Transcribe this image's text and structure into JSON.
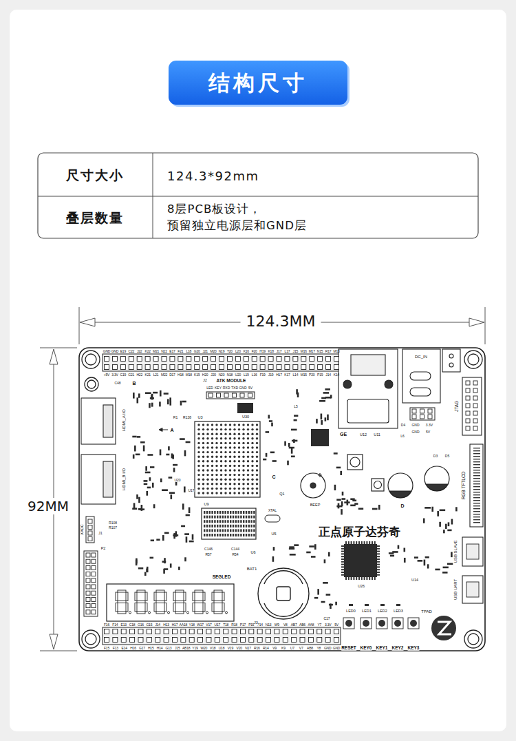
{
  "diagram": {
    "title": "结构尺寸",
    "labels": [
      "尺寸大小",
      "124.3*92mm",
      "叠层数量",
      "8层PCB板设计， 预留独立电源层和GND层",
      "124.3MM",
      "92MM",
      "正点原子达芬奇",
      "GND",
      "GND",
      "E19",
      "C22",
      "J22",
      "K22",
      "M21",
      "N22",
      "E17",
      "F21",
      "L18",
      "G20",
      "J21",
      "M20",
      "N19",
      "T20",
      "L20",
      "K16",
      "F20",
      "H19",
      "K18",
      "J17",
      "L17",
      "J15",
      "M16",
      "M17",
      "N15",
      "R17",
      "M13",
      "+5V",
      "3.3V",
      "C19",
      "G21",
      "H22",
      "K21",
      "L21",
      "M22",
      "D17",
      "H18",
      "M18",
      "K19",
      "H20",
      "J20",
      "N20",
      "N18",
      "U20",
      "L19",
      "L16",
      "F19",
      "J19",
      "H17",
      "K17",
      "L14",
      "M15",
      "P20",
      "P19",
      "J14",
      "K14",
      "F16",
      "F14",
      "E13",
      "C18",
      "G16",
      "G15",
      "J14",
      "H13",
      "H17",
      "AA18",
      "Y18",
      "W17",
      "V17",
      "U17",
      "T18",
      "R18",
      "P17",
      "P15",
      "P14",
      "N13",
      "W9",
      "V8",
      "AB7",
      "AB6",
      "AA8",
      "Y7",
      "3.3V",
      "5V",
      "F15",
      "F13",
      "E14",
      "H16",
      "G17",
      "H15",
      "H14",
      "G13",
      "J15",
      "AB18",
      "Y19",
      "W20",
      "V18",
      "U18",
      "V19",
      "V20",
      "N17",
      "R16",
      "R14",
      "V9",
      "K9",
      "U7",
      "V7",
      "AB8",
      "Y8",
      "GND",
      "GND",
      "HDMI_A I/O",
      "HDMI_B I/O",
      "XADC",
      "ATK MODULE",
      "LED",
      "KEY",
      "RXD",
      "TXD",
      "GND",
      "5V",
      "J2",
      "U30",
      "U3",
      "U9",
      "GE",
      "DC_IN",
      "JTAG",
      "GND",
      "3.3V",
      "GND",
      "5V",
      "RGB TFTLCD",
      "USB SLAVE",
      "USB UART",
      "BEEP",
      "BAT1",
      "SEGLED",
      "TPAD",
      "LED0",
      "LED1",
      "LED2",
      "LED3",
      "RESET",
      "KEY0",
      "KEY1",
      "KEY2",
      "KEY3",
      "XTAL",
      "U5",
      "U14",
      "U12",
      "U11",
      "Q1",
      "A",
      "B",
      "C",
      "D",
      "J3",
      "U26",
      "C48",
      "R1",
      "R138",
      "U20",
      "U17",
      "C146",
      "C144",
      "R57",
      "R54",
      "U6",
      "P2",
      "J1",
      "R107",
      "R108",
      "D3",
      "D5",
      "D4",
      "L6",
      "L5",
      "C17"
    ]
  }
}
